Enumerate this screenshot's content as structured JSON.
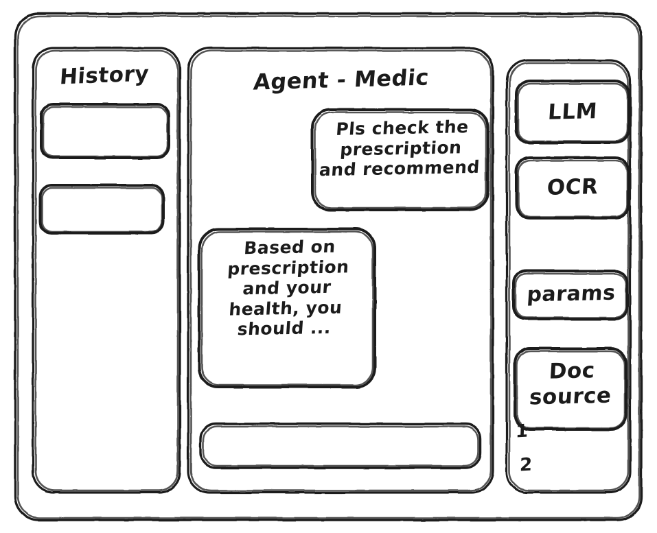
{
  "window": {
    "frame_label": "app-window"
  },
  "sidebar": {
    "title": "History",
    "items": [
      {
        "label": "",
        "name": "history-item-1"
      },
      {
        "label": "",
        "name": "history-item-2"
      }
    ]
  },
  "main": {
    "title": "Agent - Medic",
    "messages": [
      {
        "role": "user",
        "align": "right",
        "text": "Pls check the\nprescription\nand recommend"
      },
      {
        "role": "agent",
        "align": "left",
        "text": "Based on\nprescription\nand your\nhealth, you\nshould ..."
      }
    ],
    "composer": {
      "value": "",
      "placeholder": ""
    }
  },
  "right_panel": {
    "tools": [
      {
        "label": "LLM",
        "name": "tool-llm"
      },
      {
        "label": "OCR",
        "name": "tool-ocr"
      },
      {
        "label": "params",
        "name": "tool-params"
      },
      {
        "label": "Doc\nsource",
        "name": "tool-doc-source"
      }
    ],
    "doc_list": [
      {
        "label": "1"
      },
      {
        "label": "2"
      }
    ]
  },
  "colors": {
    "ink": "#1d1d1d",
    "background": "#ffffff"
  }
}
